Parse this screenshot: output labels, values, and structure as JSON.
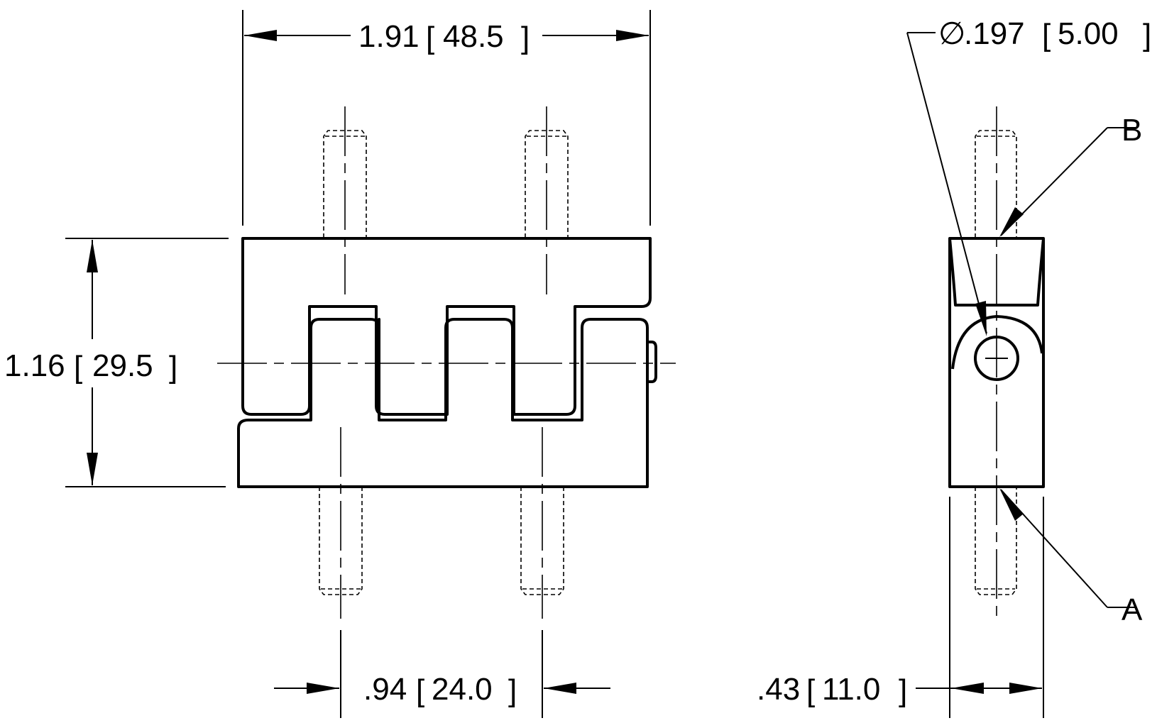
{
  "drawing": {
    "front_view": {
      "width_dimension": {
        "value_in": "1.91",
        "value_mm": "48.5"
      },
      "height_dimension": {
        "value_in": "1.16",
        "value_mm": "29.5"
      },
      "pin_spacing_dimension": {
        "value_in": ".94",
        "value_mm": "24.0"
      }
    },
    "side_view": {
      "hole_dimension": {
        "symbol": "∅",
        "value_in": ".197",
        "value_mm": "5.00"
      },
      "thickness_dimension": {
        "value_in": ".43",
        "value_mm": "11.0"
      },
      "datum_top_label": "B",
      "datum_bottom_label": "A"
    }
  }
}
